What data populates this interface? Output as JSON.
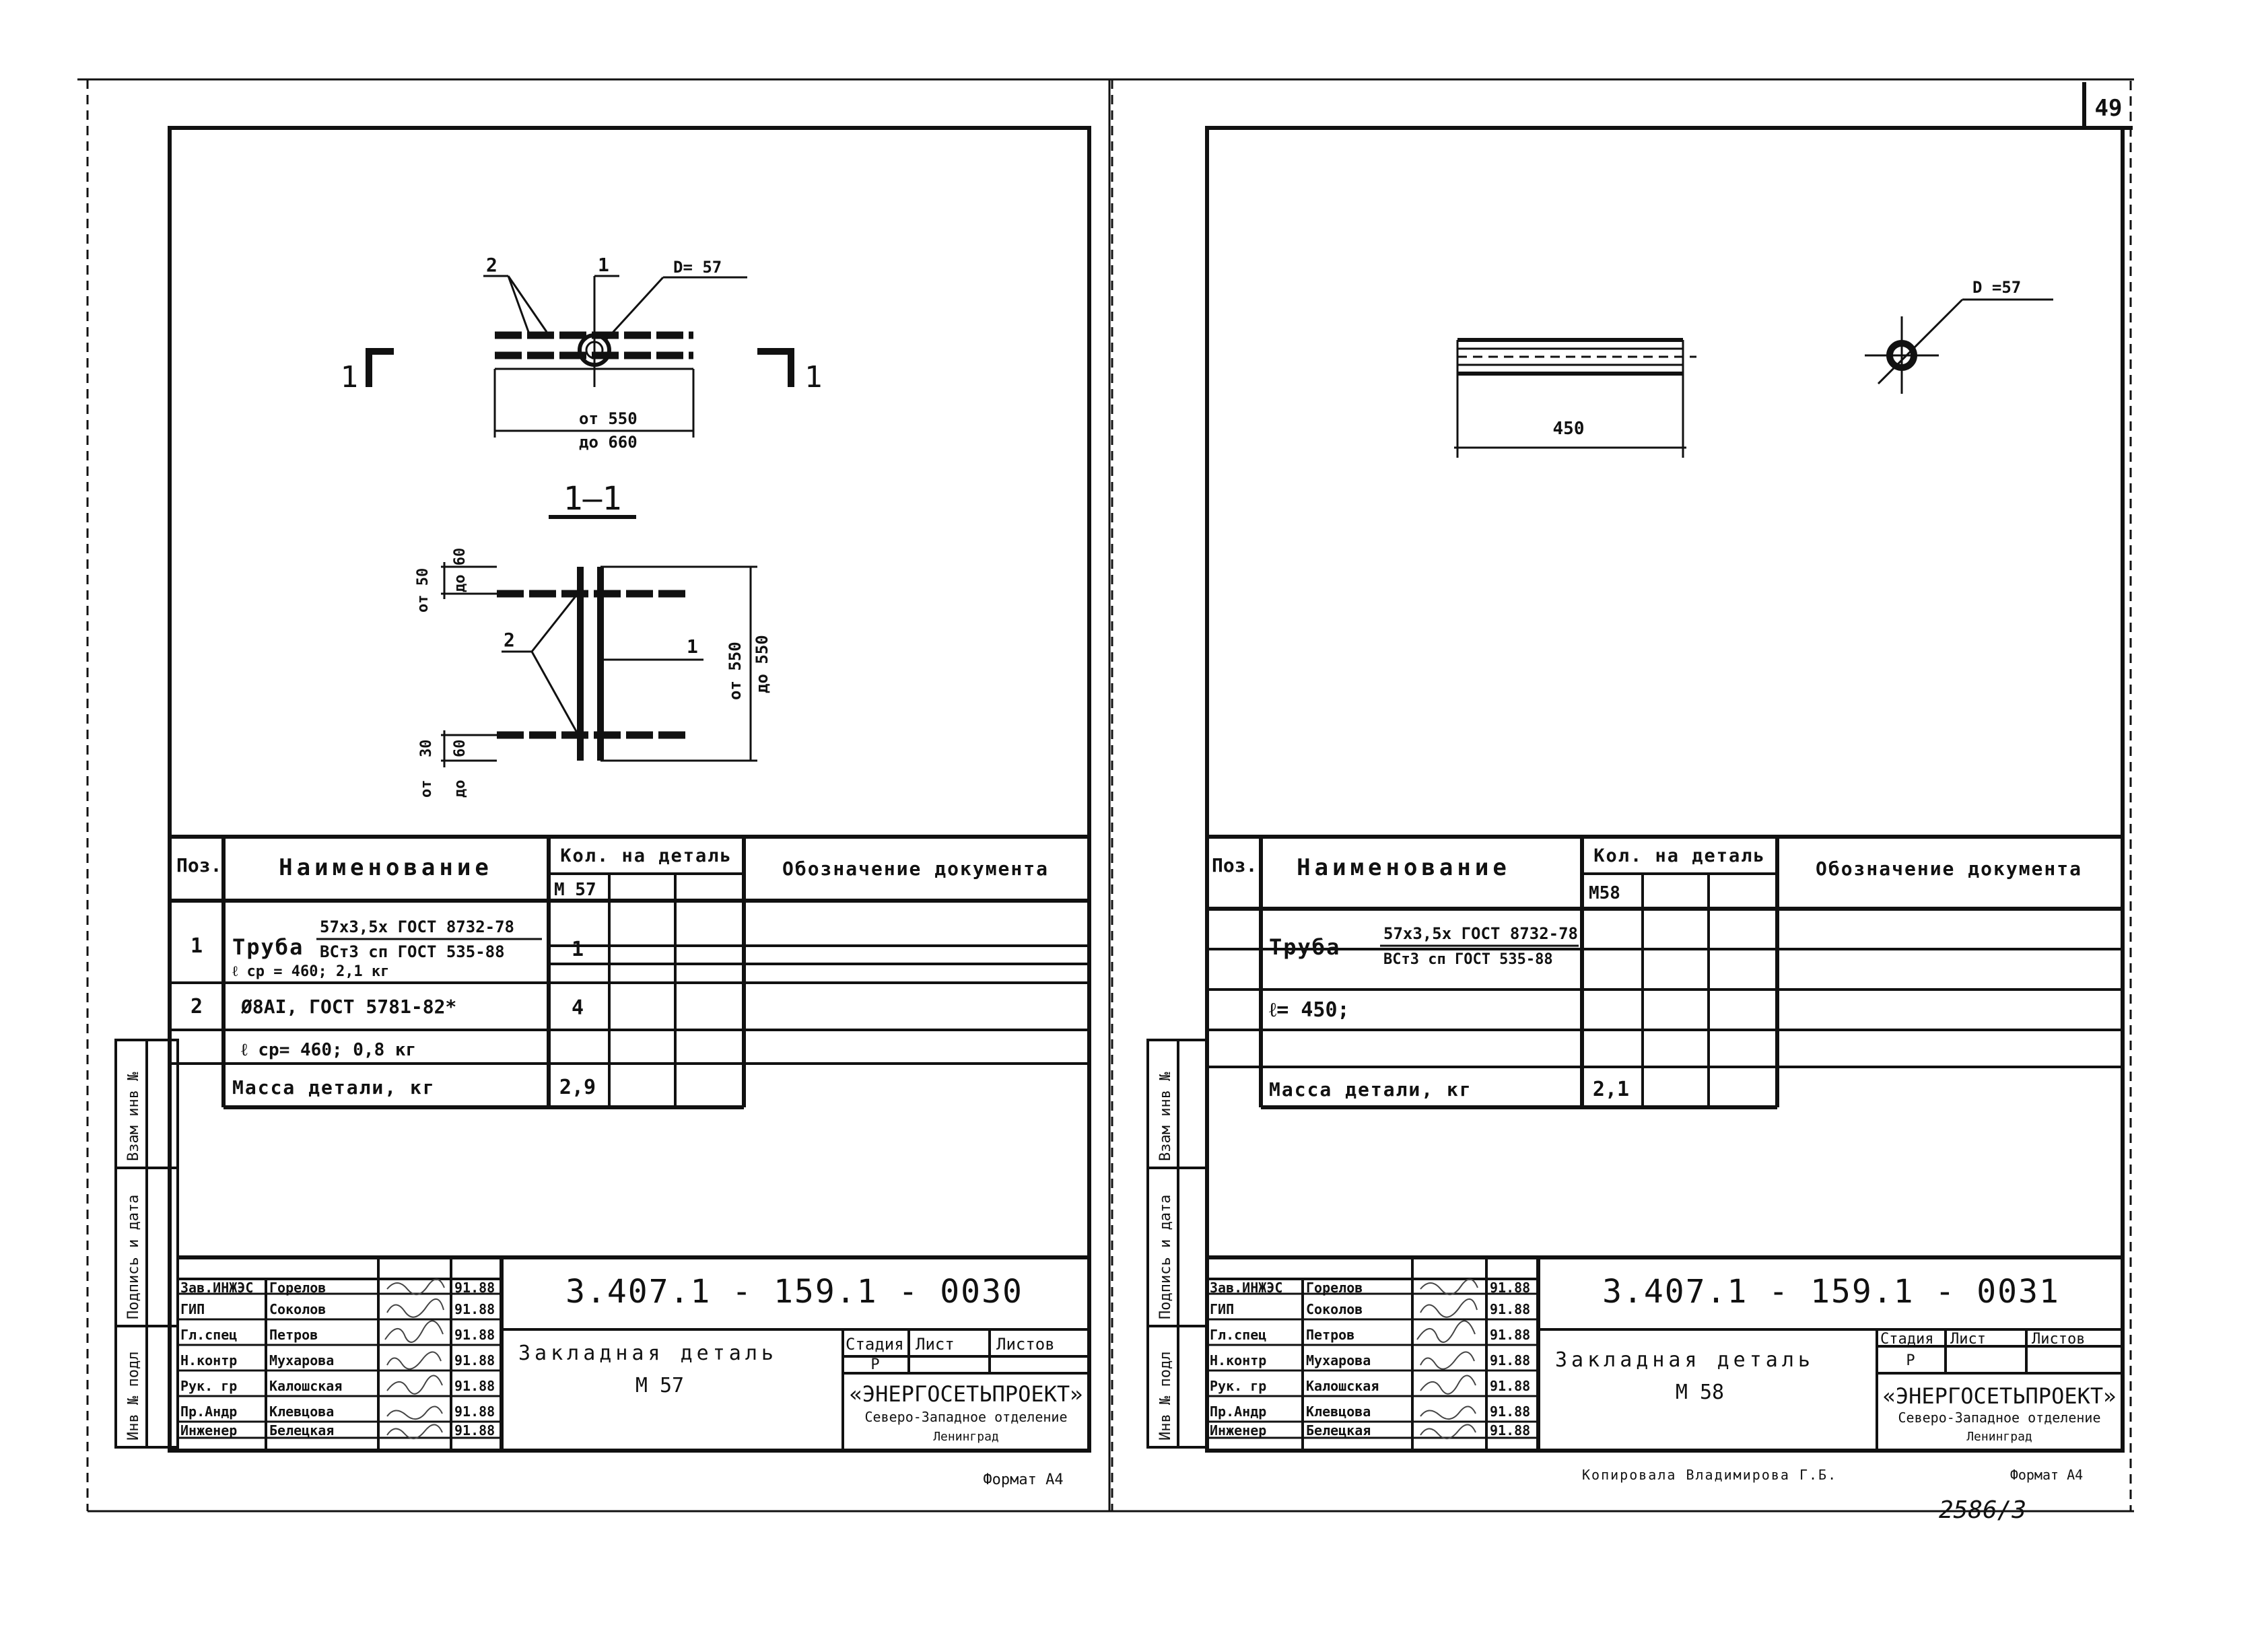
{
  "page_number": "49",
  "inventory_note": "2586/3",
  "margin_stamp": {
    "inv": "Инв № подл",
    "signature": "Подпись и дата",
    "replaces": "Взам инв №"
  },
  "sheet_left": {
    "drawing": {
      "label_pos1": "1",
      "label_pos2": "2",
      "diameter": "D= 57",
      "section_mark_left": "1",
      "section_mark_right": "1",
      "dim_from": "от 550",
      "dim_to": "до 660",
      "section_title": "1—1",
      "dim_top_a": "от 50",
      "dim_top_b": "до 60",
      "dim_height_a": "от 550",
      "dim_height_b": "до 550",
      "dim_bot_a": "30",
      "dim_bot_b": "60",
      "dim_bot_c": "от",
      "dim_bot_d": "до",
      "section_label_2": "2",
      "section_label_1": "1"
    },
    "spec": {
      "header_pos": "Поз.",
      "header_name": "Наименование",
      "header_qty": "Кол. на деталь",
      "header_mark": "М 57",
      "header_doc": "Обозначение документа",
      "rows": [
        {
          "pos": "1",
          "name": "Труба",
          "name_top": "57x3,5x ГОСТ 8732-78",
          "name_bottom": "ВСт3 сп ГОСТ 535-88",
          "name_extra": "ℓ ср = 460;      2,1 кг",
          "qty": "1"
        },
        {
          "pos": "2",
          "name": "Ø8AI, ГОСТ 5781-82*",
          "qty": "4"
        },
        {
          "pos": "",
          "name": "ℓ ср= 460;      0,8 кг",
          "qty": ""
        }
      ],
      "mass_label": "Масса детали,        кг",
      "mass_value": "2,9"
    },
    "title_block": {
      "code": "3.407.1 - 159.1 - 0030",
      "staff": [
        {
          "role": "Зав.ИНЖЭС",
          "name": "Горелов",
          "date": "91.88"
        },
        {
          "role": "ГИП",
          "name": "Соколов",
          "date": "91.88"
        },
        {
          "role": "Гл.спец",
          "name": "Петров",
          "date": "91.88"
        },
        {
          "role": "Н.контр",
          "name": "Мухарова",
          "date": "91.88"
        },
        {
          "role": "Рук. гр",
          "name": "Калошская",
          "date": "91.88"
        },
        {
          "role": "Пр.Андр",
          "name": "Клевцова",
          "date": "91.88"
        },
        {
          "role": "Инженер",
          "name": "Белецкая",
          "date": "91.88"
        }
      ],
      "item_title": "Закладная   деталь",
      "item_mark": "М 57",
      "stage_label": "Стадия",
      "sheet_label": "Лист",
      "sheets_label": "Листов",
      "stage_value": "Р",
      "org_name": "«ЭНЕРГОСЕТЬПРОЕКТ»",
      "org_sub": "Северо-Западное отделение",
      "org_city": "Ленинград",
      "format": "Формат А4"
    }
  },
  "sheet_right": {
    "drawing": {
      "diameter": "D =57",
      "length_dim": "450"
    },
    "spec": {
      "header_pos": "Поз.",
      "header_name": "Наименование",
      "header_qty": "Кол. на деталь",
      "header_mark": "М58",
      "header_doc": "Обозначение документа",
      "rows": [
        {
          "pos": "",
          "name": "Труба",
          "name_top": "57x3,5x ГОСТ 8732-78",
          "name_bottom": "ВСт3 сп ГОСТ 535-88",
          "qty": ""
        },
        {
          "pos": "",
          "name": "ℓ= 450;",
          "qty": ""
        }
      ],
      "mass_label": "Масса детали,       кг",
      "mass_value": "2,1"
    },
    "title_block": {
      "code": "3.407.1 - 159.1 - 0031",
      "staff": [
        {
          "role": "Зав.ИНЖЭС",
          "name": "Горелов",
          "date": "91.88"
        },
        {
          "role": "ГИП",
          "name": "Соколов",
          "date": "91.88"
        },
        {
          "role": "Гл.спец",
          "name": "Петров",
          "date": "91.88"
        },
        {
          "role": "Н.контр",
          "name": "Мухарова",
          "date": "91.88"
        },
        {
          "role": "Рук. гр",
          "name": "Калошская",
          "date": "91.88"
        },
        {
          "role": "Пр.Андр",
          "name": "Клевцова",
          "date": "91.88"
        },
        {
          "role": "Инженер",
          "name": "Белецкая",
          "date": "91.88"
        }
      ],
      "item_title": "Закладная   деталь",
      "item_mark": "М 58",
      "stage_label": "Стадия",
      "sheet_label": "Лист",
      "sheets_label": "Листов",
      "stage_value": "Р",
      "org_name": "«ЭНЕРГОСЕТЬПРОЕКТ»",
      "org_sub": "Северо-Западное отделение",
      "org_city": "Ленинград",
      "copied_by": "Копировала   Владимирова  Г.Б.",
      "format": "Формат А4"
    }
  }
}
